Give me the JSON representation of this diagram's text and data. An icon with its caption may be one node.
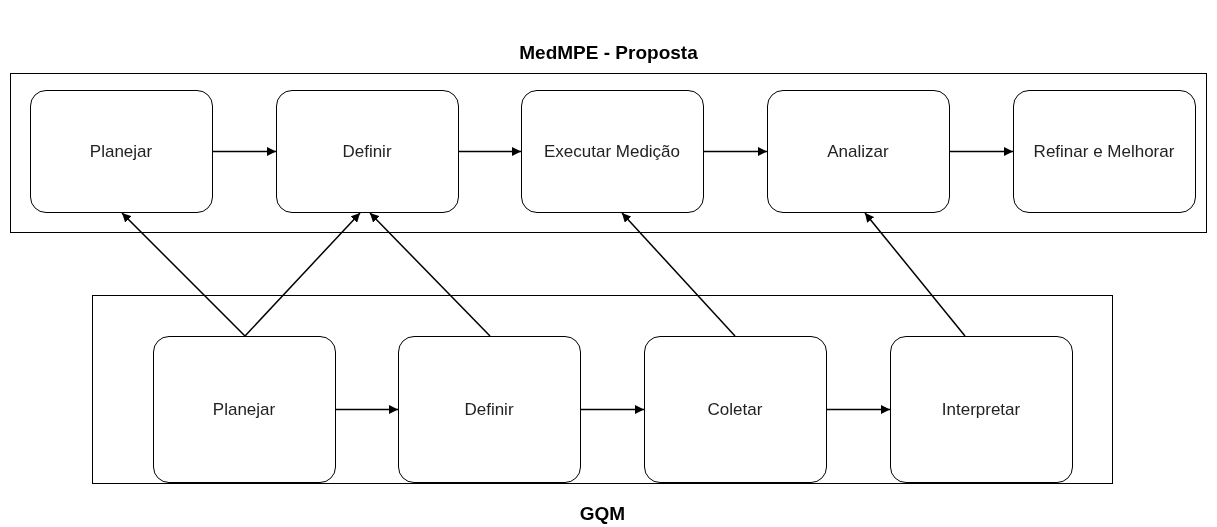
{
  "diagram": {
    "nodes": [
      {
        "text": [
          "MedMPE - Proposta"
        ]
      },
      {
        "text": [
          "Planejar"
        ],
        "in": 0
      },
      {
        "text": [
          "Definir"
        ],
        "in": 0
      },
      {
        "text": [
          "Executar Medição"
        ],
        "in": 0
      },
      {
        "text": [
          "Analizar"
        ],
        "in": 0
      },
      {
        "text": [
          "Refinar e Melhorar"
        ],
        "in": 0
      },
      {
        "text": [
          "GQM"
        ]
      },
      {
        "text": [
          "Planejar"
        ],
        "in": 6
      },
      {
        "text": [
          "Definir"
        ],
        "in": 6
      },
      {
        "text": [
          "Coletar"
        ],
        "in": 6
      },
      {
        "text": [
          "Interpretar"
        ],
        "in": 6
      }
    ],
    "edges": [
      {
        "from": 1,
        "to": 2,
        "arrow": "to"
      },
      {
        "from": 2,
        "to": 3,
        "arrow": "to"
      },
      {
        "from": 3,
        "to": 4,
        "arrow": "to"
      },
      {
        "from": 4,
        "to": 5,
        "arrow": "to"
      },
      {
        "from": 7,
        "to": 8,
        "arrow": "to"
      },
      {
        "from": 8,
        "to": 9,
        "arrow": "to"
      },
      {
        "from": 9,
        "to": 10,
        "arrow": "to"
      },
      {
        "from": 7,
        "to": 1,
        "arrow": "to"
      },
      {
        "from": 7,
        "to": 2,
        "arrow": "to"
      },
      {
        "from": 8,
        "to": 2,
        "arrow": "to"
      },
      {
        "from": 9,
        "to": 3,
        "arrow": "to"
      },
      {
        "from": 10,
        "to": 4,
        "arrow": "to"
      }
    ]
  }
}
